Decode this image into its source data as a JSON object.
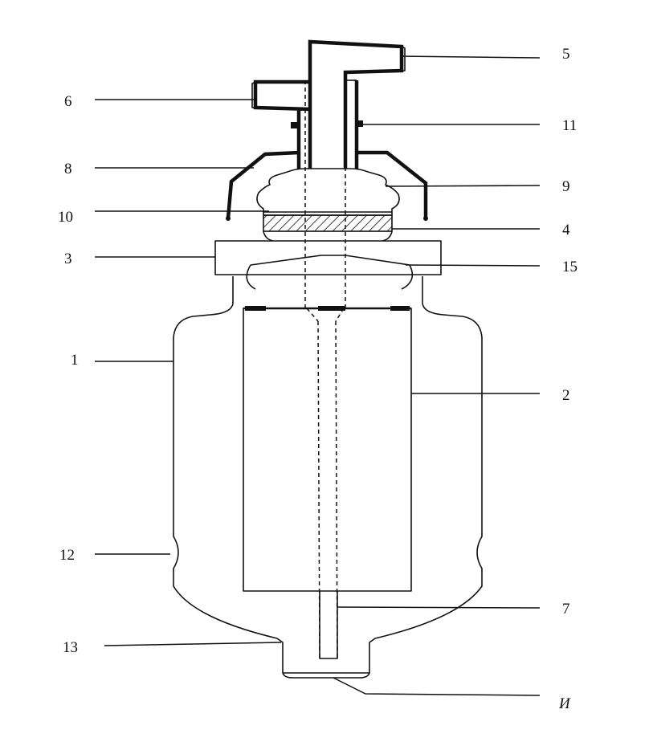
{
  "diagram": {
    "labels": [
      {
        "id": "1",
        "text": "1"
      },
      {
        "id": "2",
        "text": "2"
      },
      {
        "id": "3",
        "text": "3"
      },
      {
        "id": "4",
        "text": "4"
      },
      {
        "id": "5",
        "text": "5"
      },
      {
        "id": "6",
        "text": "6"
      },
      {
        "id": "7",
        "text": "7"
      },
      {
        "id": "8",
        "text": "8"
      },
      {
        "id": "9",
        "text": "9"
      },
      {
        "id": "10",
        "text": "10"
      },
      {
        "id": "11",
        "text": "11"
      },
      {
        "id": "12",
        "text": "12"
      },
      {
        "id": "13",
        "text": "13"
      },
      {
        "id": "14",
        "text": "И"
      },
      {
        "id": "15",
        "text": "15"
      }
    ]
  }
}
